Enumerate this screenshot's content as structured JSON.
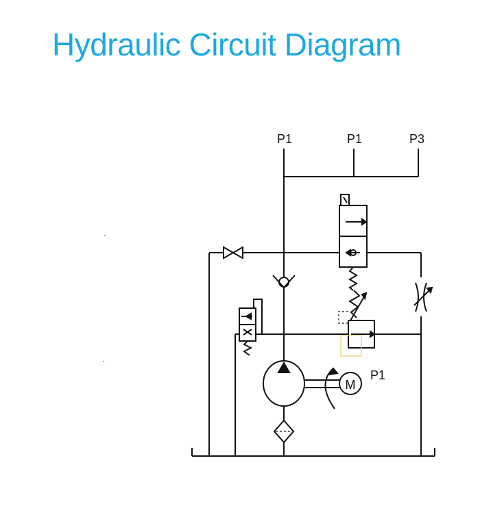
{
  "title": "Hydraulic Circuit Diagram",
  "ports": {
    "p1_left": "P1",
    "p1_mid": "P1",
    "p3": "P3"
  },
  "motor": {
    "symbol": "M",
    "label": "P1"
  },
  "colors": {
    "title": "#1ea8e0",
    "line": "#111111",
    "highlight": "#e6d36a"
  },
  "icons": [
    "check-valve-icon",
    "gate-valve-icon",
    "solenoid-valve-icon",
    "relief-valve-icon",
    "flow-control-icon",
    "pump-icon",
    "motor-icon",
    "filter-icon",
    "tank-icon"
  ]
}
